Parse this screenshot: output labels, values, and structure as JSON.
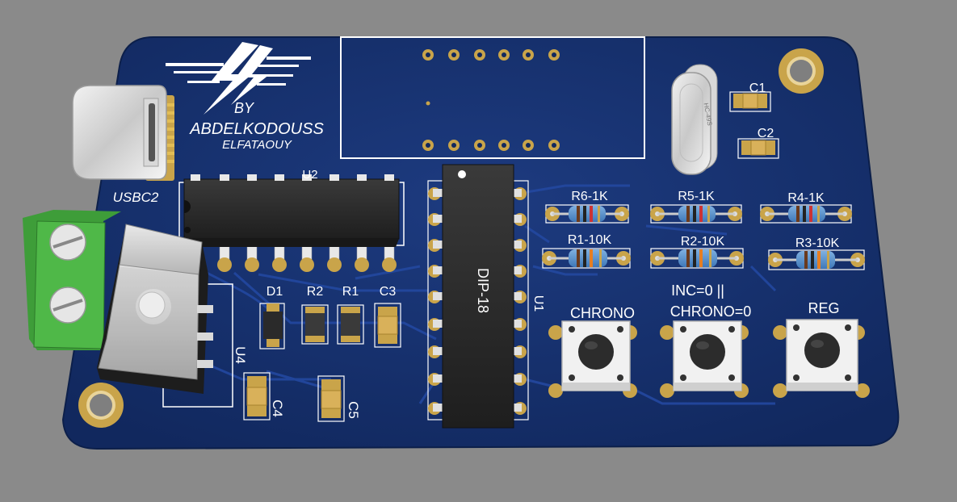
{
  "board": {
    "logo_by": "BY",
    "logo_name": "ABDELKODOUSS",
    "logo_surname": "ELFATAOUY"
  },
  "labels": {
    "usb": "USBC2",
    "u2": "U2",
    "u1": "U1",
    "u4": "U4",
    "dip": "DIP-18",
    "d1": "D1",
    "r2": "R2",
    "r1": "R1",
    "c3": "C3",
    "c4": "C4",
    "c5": "C5",
    "c1": "C1",
    "c2": "C2",
    "crystal": "HC-49S",
    "r6": "R6-1K",
    "r5": "R5-1K",
    "r4": "R4-1K",
    "r1k": "R1-10K",
    "r2k": "R2-10K",
    "r3k": "R3-10K"
  },
  "buttons": {
    "chrono": "CHRONO",
    "inc_line1": "INC=0 ||",
    "inc_line2": "CHRONO=0",
    "reg": "REG"
  },
  "colors": {
    "background": "#8a8a8a",
    "board": "#16316e",
    "pad": "#c9a44a",
    "ic": "#2b2b2b",
    "terminal": "#4fb848",
    "silkscreen": "#ffffff"
  }
}
